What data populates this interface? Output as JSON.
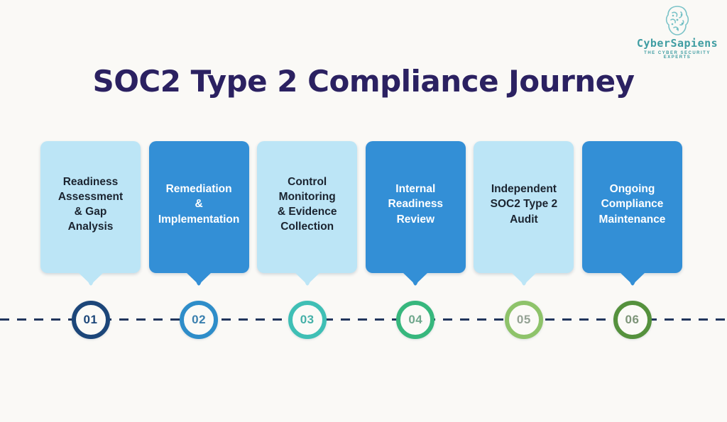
{
  "page": {
    "background": "#faf9f6"
  },
  "logo": {
    "brand": "CyberSapiens",
    "tagline": "THE CYBER SECURITY EXPERTS",
    "icon": "brain-circuit-icon",
    "brand_color": "#3f9da2",
    "icon_color": "#66bac0"
  },
  "title": {
    "text": "SOC2 Type 2 Compliance Journey",
    "color": "#2b2161"
  },
  "timeline": {
    "style": "dashed",
    "line_color": "#22365c"
  },
  "steps": [
    {
      "number": "01",
      "label_lines": [
        "Readiness",
        "Assessment",
        "& Gap",
        "Analysis"
      ],
      "card_bg": "#bce5f6",
      "card_text": "#1b2430",
      "ring_color": "#1c4679",
      "number_color": "#1c4679"
    },
    {
      "number": "02",
      "label_lines": [
        "Remediation",
        "&",
        "Implementation"
      ],
      "card_bg": "#338fd6",
      "card_text": "#ffffff",
      "ring_color": "#2e8dc9",
      "number_color": "#3a7fae"
    },
    {
      "number": "03",
      "label_lines": [
        "Control",
        "Monitoring",
        "& Evidence",
        "Collection"
      ],
      "card_bg": "#bce5f6",
      "card_text": "#1b2430",
      "ring_color": "#3fbfb5",
      "number_color": "#45b0a8"
    },
    {
      "number": "04",
      "label_lines": [
        "Internal",
        "Readiness",
        "Review"
      ],
      "card_bg": "#338fd6",
      "card_text": "#ffffff",
      "ring_color": "#37b77d",
      "number_color": "#6fa78c"
    },
    {
      "number": "05",
      "label_lines": [
        "Independent",
        "SOC2 Type 2",
        "Audit"
      ],
      "card_bg": "#bce5f6",
      "card_text": "#1b2430",
      "ring_color": "#8ec36a",
      "number_color": "#94a294"
    },
    {
      "number": "06",
      "label_lines": [
        "Ongoing",
        "Compliance",
        "Maintenance"
      ],
      "card_bg": "#338fd6",
      "card_text": "#ffffff",
      "ring_color": "#55913d",
      "number_color": "#7d9478"
    }
  ]
}
